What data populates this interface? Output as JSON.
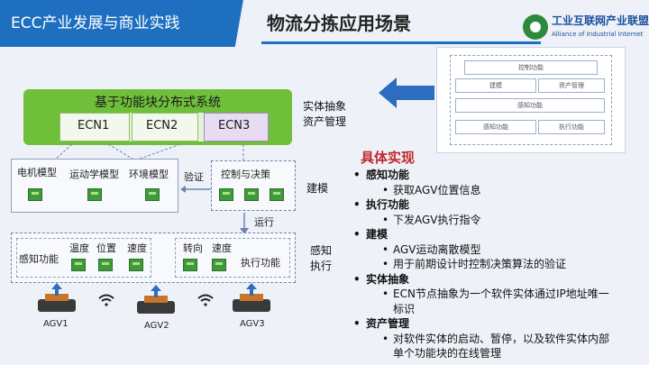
{
  "header": {
    "section_title": "ECC产业发展与商业实践",
    "page_title": "物流分拣应用场景",
    "logo_cn": "工业互联网产业联盟",
    "logo_en": "Alliance of Industrial Internet"
  },
  "arch_panel": {
    "top": "控制功能",
    "mid_left": "建模",
    "mid_right": "资产管理",
    "sensing": "感知功能",
    "bottom_left": "感知功能",
    "bottom_right": "执行功能"
  },
  "function_block": {
    "title": "基于功能块分布式系统",
    "ecns": [
      "ECN1",
      "ECN2",
      "ECN3"
    ],
    "side_label_1": "实体抽象",
    "side_label_2": "资产管理"
  },
  "modeling": {
    "models": [
      "电机模型",
      "运动学模型",
      "环境模型"
    ],
    "verify": "验证",
    "control": "控制与决策",
    "side_label": "建模",
    "run": "运行"
  },
  "perception": {
    "sense": "感知功能",
    "temp": "温度",
    "position": "位置",
    "speed": "速度",
    "steer": "转向",
    "speed2": "速度",
    "exec": "执行功能",
    "side_label_1": "感知",
    "side_label_2": "执行"
  },
  "agvs": [
    "AGV1",
    "AGV2",
    "AGV3"
  ],
  "impl": {
    "title": "具体实现",
    "items": [
      {
        "head": "感知功能",
        "subs": [
          "获取AGV位置信息"
        ]
      },
      {
        "head": "执行功能",
        "subs": [
          "下发AGV执行指令"
        ]
      },
      {
        "head": "建模",
        "subs": [
          "AGV运动离散模型",
          "用于前期设计时控制决策算法的验证"
        ]
      },
      {
        "head": "实体抽象",
        "subs": [
          "ECN节点抽象为一个软件实体通过IP地址唯一",
          "标识"
        ]
      },
      {
        "head": "资产管理",
        "subs": [
          "对软件实体的启动、暂停，以及软件实体内部",
          "单个功能块的在线管理"
        ]
      }
    ]
  },
  "colors": {
    "brand_blue": "#1e6fbf",
    "block_green": "#6fbf3a",
    "accent_red": "#c0282d"
  }
}
